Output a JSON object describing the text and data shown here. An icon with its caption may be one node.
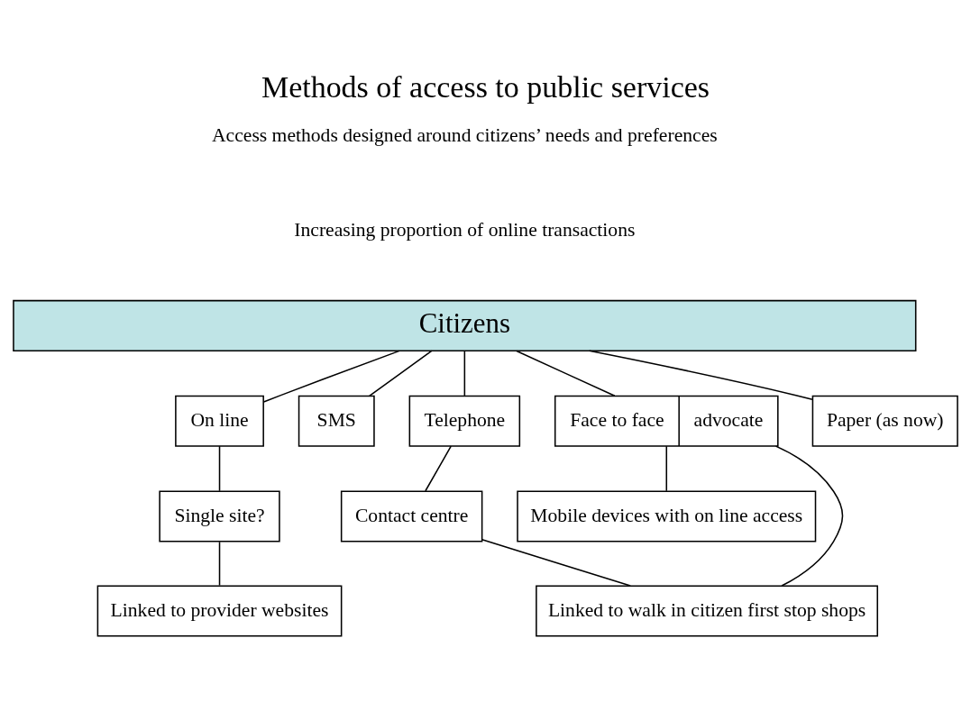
{
  "diagram": {
    "title": "Methods of access to public services",
    "nodes": [
      {
        "text": [
          "Citizens"
        ]
      },
      {
        "text": [
          "On line"
        ]
      },
      {
        "text": [
          "SMS"
        ]
      },
      {
        "text": [
          "Telephone"
        ]
      },
      {
        "text": [
          "Face to face",
          "advocate"
        ]
      },
      {
        "text": [
          "Paper (as now)"
        ]
      },
      {
        "text": [
          "Single site?"
        ]
      },
      {
        "text": [
          "Contact centre"
        ]
      },
      {
        "text": [
          "Mobile devices with on line access"
        ]
      },
      {
        "text": [
          "Linked to provider websites"
        ]
      },
      {
        "text": [
          "Linked to walk in citizen first stop shops"
        ]
      }
    ],
    "edges": [
      {
        "from": 0,
        "to": 1,
        "arrow": "none"
      },
      {
        "from": 0,
        "to": 2,
        "arrow": "none"
      },
      {
        "from": 0,
        "to": 3,
        "arrow": "none"
      },
      {
        "from": 0,
        "to": 4,
        "arrow": "none"
      },
      {
        "from": 0,
        "to": 5,
        "arrow": "none"
      },
      {
        "from": 1,
        "to": 6,
        "arrow": "none"
      },
      {
        "from": 6,
        "to": 9,
        "arrow": "none"
      },
      {
        "from": 3,
        "to": 7,
        "arrow": "none"
      },
      {
        "from": 7,
        "to": 10,
        "arrow": "none"
      },
      {
        "from": 4,
        "to": 10,
        "arrow": "none"
      },
      {
        "from": 4,
        "to": 8,
        "arrow": "none"
      }
    ],
    "labels": [
      "Access methods designed around citizens’ needs and preferences",
      "Increasing proportion of online transactions"
    ]
  }
}
